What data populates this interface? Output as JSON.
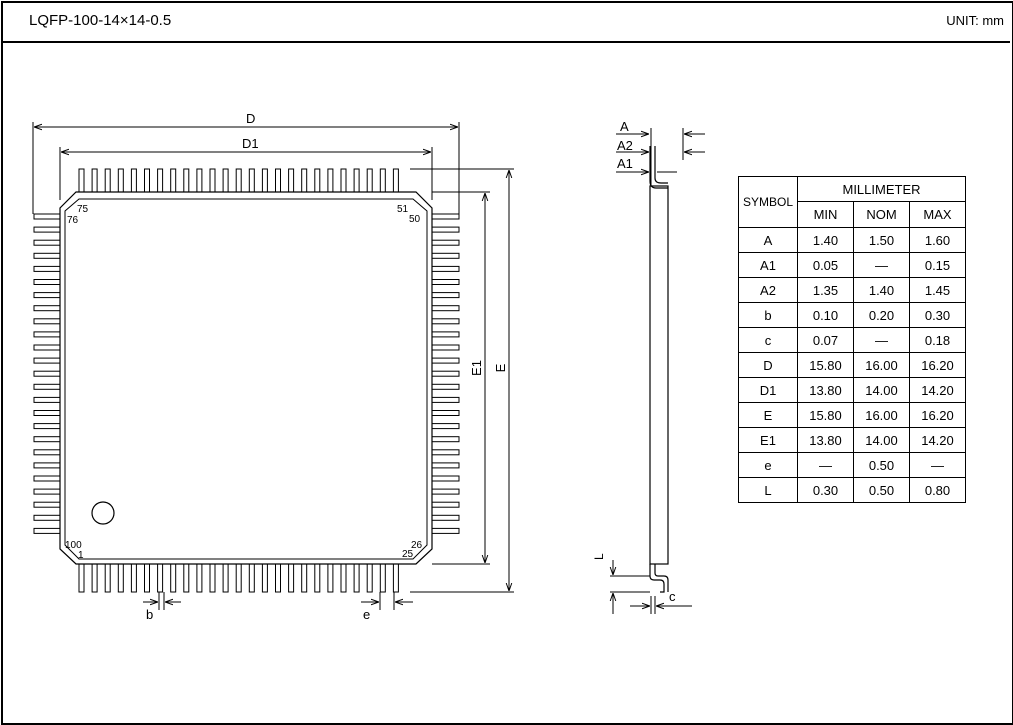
{
  "header": {
    "part_number": "LQFP-100-14×14-0.5",
    "unit": "UNIT: mm"
  },
  "drawing": {
    "dim_D": "D",
    "dim_D1": "D1",
    "dim_E": "E",
    "dim_E1": "E1",
    "dim_b": "b",
    "dim_e": "e",
    "dim_A": "A",
    "dim_A1": "A1",
    "dim_A2": "A2",
    "dim_c": "c",
    "dim_L": "L",
    "pin_75": "75",
    "pin_76": "76",
    "pin_51": "51",
    "pin_50": "50",
    "pin_100": "100",
    "pin_1": "1",
    "pin_25": "25",
    "pin_26": "26"
  },
  "table": {
    "symbol_header": "SYMBOL",
    "group_header": "MILLIMETER",
    "columns": [
      "MIN",
      "NOM",
      "MAX"
    ],
    "rows": [
      {
        "symbol": "A",
        "min": "1.40",
        "nom": "1.50",
        "max": "1.60"
      },
      {
        "symbol": "A1",
        "min": "0.05",
        "nom": "—",
        "max": "0.15"
      },
      {
        "symbol": "A2",
        "min": "1.35",
        "nom": "1.40",
        "max": "1.45"
      },
      {
        "symbol": "b",
        "min": "0.10",
        "nom": "0.20",
        "max": "0.30"
      },
      {
        "symbol": "c",
        "min": "0.07",
        "nom": "—",
        "max": "0.18"
      },
      {
        "symbol": "D",
        "min": "15.80",
        "nom": "16.00",
        "max": "16.20"
      },
      {
        "symbol": "D1",
        "min": "13.80",
        "nom": "14.00",
        "max": "14.20"
      },
      {
        "symbol": "E",
        "min": "15.80",
        "nom": "16.00",
        "max": "16.20"
      },
      {
        "symbol": "E1",
        "min": "13.80",
        "nom": "14.00",
        "max": "14.20"
      },
      {
        "symbol": "e",
        "min": "—",
        "nom": "0.50",
        "max": "—"
      },
      {
        "symbol": "L",
        "min": "0.30",
        "nom": "0.50",
        "max": "0.80"
      }
    ]
  }
}
